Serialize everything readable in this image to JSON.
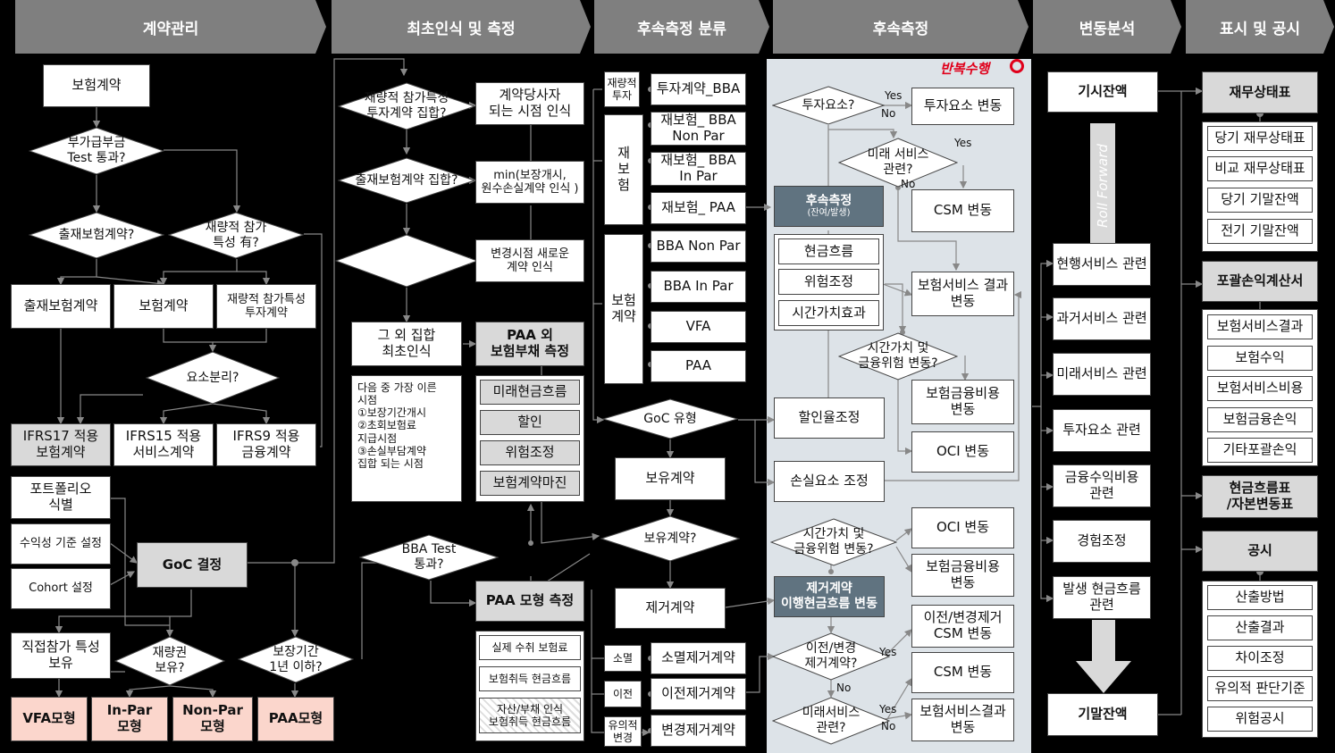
{
  "headers": [
    "계약관리",
    "최초인식 및 측정",
    "후속측정 분류",
    "후속측정",
    "변동분석",
    "표시 및 공시"
  ],
  "repeat_label": "반복수행",
  "col1": {
    "insurance_contract": "보험계약",
    "q_surcharge": "부가급부금\nTest 통과?",
    "q_reinsurance": "출재보험계약?",
    "q_discretionary": "재량적 참가\n특성 有?",
    "reinsurance_contract": "출재보험계약",
    "insurance_contract2": "보험계약",
    "disc_invest_contract": "재량적 참가특성\n투자계약",
    "q_separation": "요소분리?",
    "ifrs17": "IFRS17 적용\n보험계약",
    "ifrs15": "IFRS15 적용\n서비스계약",
    "ifrs9": "IFRS9 적용\n금융계약",
    "portfolio": "포트폴리오\n식별",
    "profitability": "수익성 기준 설정",
    "cohort": "Cohort 설정",
    "goc_decision": "GoC 결정",
    "direct_participation": "직접참가 특성\n보유",
    "q_discretion": "재량권\n보유?",
    "q_coverage": "보장기간\n1년 이하?",
    "vfa_model": "VFA모형",
    "in_par_model": "In-Par\n모형",
    "non_par_model": "Non-Par\n모형",
    "paa_model": "PAA모형"
  },
  "col2": {
    "q_disc_invest_group": "재량적 참가특성\n투자계약 집합?",
    "recog_party": "계약당사자\n되는 시점 인식",
    "q_reins_group": "출재보험계약 집합?",
    "recog_min": "min(보장개시,\n원수손실계약 인식 )",
    "recog_change": "변경시점 새로운\n계약 인식",
    "other_group": "그 외 집합\n최초인식",
    "non_paa_measure": "PAA 외\n보험부채 측정",
    "earliest_text": "다음 중 가장 이른\n시점\n①보장기간개시\n②초회보험료\n   지급시점\n③손실부담계약\n   집합 되는 시점",
    "future_cf": "미래현금흐름",
    "discount": "할인",
    "risk_adj": "위험조정",
    "margin": "보험계약마진",
    "q_bba_test": "BBA Test\n통과?",
    "paa_measure": "PAA 모형 측정",
    "actual_premium": "실제 수취 보험료",
    "acq_cf": "보험취득 현금흐름",
    "asset_liab": "자산/부채 인식\n보험취득 현금흐름"
  },
  "col3": {
    "disc_invest_label": "재량적\n투자",
    "invest_bba": "투자계약_BBA",
    "reins_label": "재\n보\n험",
    "reins_bba_nonpar": "재보험_ BBA\nNon Par",
    "reins_bba_inpar": "재보험_ BBA\nIn Par",
    "reins_paa": "재보험_ PAA",
    "ins_label": "보험\n계약",
    "bba_nonpar": "BBA Non Par",
    "bba_inpar": "BBA In Par",
    "vfa": "VFA",
    "paa": "PAA",
    "q_goc_type": "GoC 유형",
    "held_contract": "보유계약",
    "q_held": "보유계약?",
    "removed_contract": "제거계약",
    "extinct_label": "소멸",
    "extinct": "소멸제거계약",
    "transfer_label": "이전",
    "transfer": "이전제거계약",
    "material_label": "유의적\n변경",
    "modify": "변경제거계약"
  },
  "col4": {
    "q_invest": "투자요소?",
    "invest_change": "투자요소 변동",
    "q_future_service": "미래 서비스\n관련?",
    "csm_change": "CSM 변동",
    "subsequent_title": "후속측정",
    "subsequent_sub": "(잔여/발생)",
    "cash_flow": "현금흐름",
    "risk_adj": "위험조정",
    "time_value": "시간가치효과",
    "service_result_change": "보험서비스 결과\n변동",
    "q_time_fin": "시간가치 및\n금융위험 변동?",
    "fin_cost_change": "보험금융비용\n변동",
    "discount_adj": "할인율조정",
    "oci_change": "OCI 변동",
    "loss_adj": "손실요소 조정",
    "q_time_fin2": "시간가치 및\n금융위험 변동?",
    "oci_change2": "OCI 변동",
    "fin_cost_change2": "보험금융비용\n변동",
    "removed_cf_title": "제거계약\n이행현금흐름 변동",
    "q_transfer": "이전/변경\n제거계약?",
    "transfer_csm": "이전/변경제거\nCSM 변동",
    "csm_change2": "CSM 변동",
    "q_future_service2": "미래서비스\n관련?",
    "service_result_change2": "보험서비스결과\n변동",
    "yes": "Yes",
    "no": "No"
  },
  "col5": {
    "opening": "기시잔액",
    "roll_forward": "Roll Forward",
    "current_service": "현행서비스 관련",
    "past_service": "과거서비스 관련",
    "future_service": "미래서비스 관련",
    "invest_related": "투자요소 관련",
    "fin_related": "금융수익비용\n관련",
    "experience_adj": "경험조정",
    "incurred_cf": "발생 현금흐름\n관련",
    "closing": "기말잔액"
  },
  "col6": {
    "sfp_title": "재무상태표",
    "sfp_items": [
      "당기 재무상태표",
      "비교 재무상태표",
      "당기 기말잔액",
      "전기 기말잔액"
    ],
    "ci_title": "포괄손익계산서",
    "ci_items": [
      "보험서비스결과",
      "보험수익",
      "보험서비스비용",
      "보험금융손익",
      "기타포괄손익"
    ],
    "cf_title": "현금흐름표\n/자본변동표",
    "disc_title": "공시",
    "disc_items": [
      "산출방법",
      "산출결과",
      "차이조정",
      "유의적 판단기준",
      "위험공시"
    ]
  }
}
